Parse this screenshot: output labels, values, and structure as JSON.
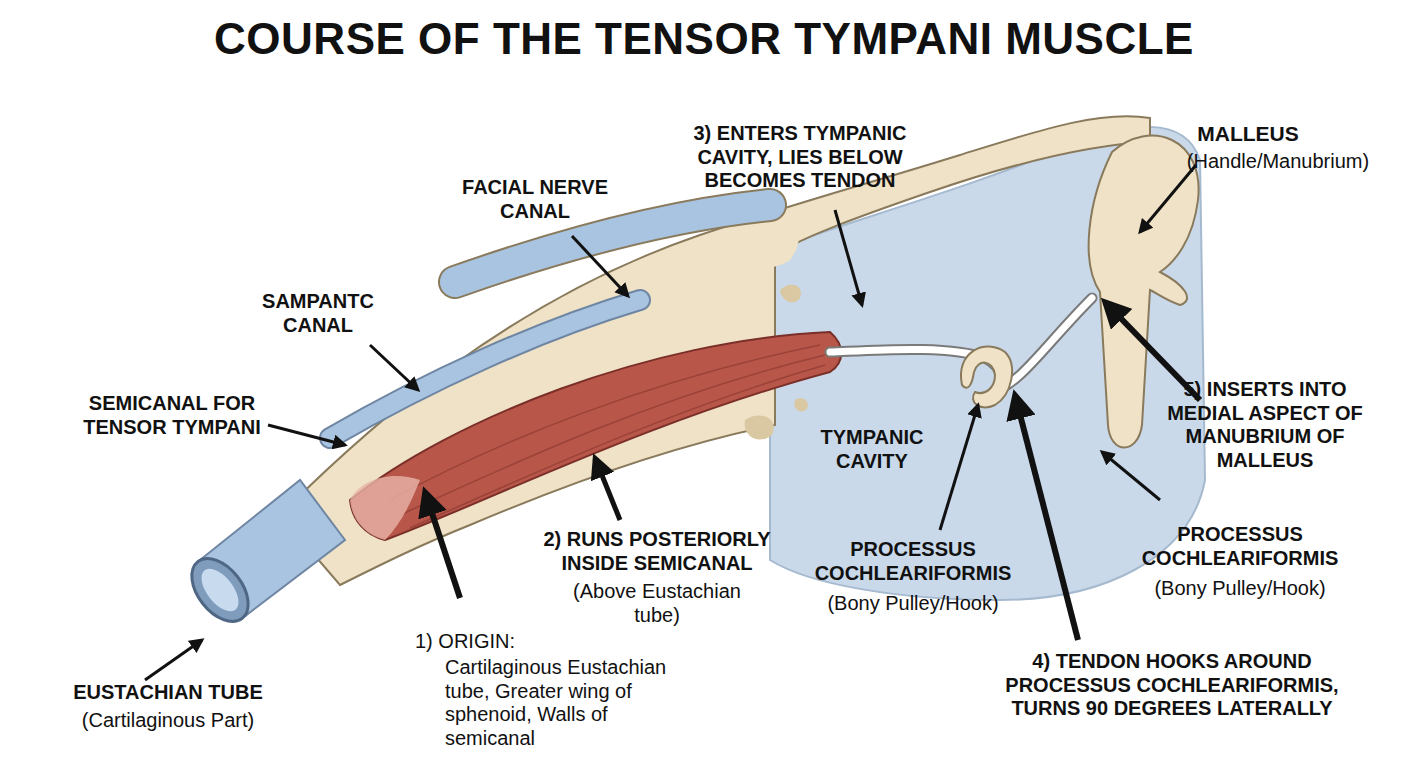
{
  "diagram": {
    "title": "COURSE OF THE TENSOR TYMPANI MUSCLE",
    "labels": [
      "FACIAL NERVE CANAL",
      "3) ENTERS TYMPANIC CAVITY, LIES BELOW BECOMES TENDON",
      "MALLEUS",
      "(Handle/Manubrium)",
      "SAMPANTC CANAL",
      "SEMICANAL FOR TENSOR TYMPANI",
      "TYMPANIC CAVITY",
      "5) INSERTS INTO MEDIAL ASPECT OF MANUBRIUM OF MALLEUS",
      "2) RUNS POSTERIORLY INSIDE SEMICANAL",
      "(Above Eustachian tube)",
      "PROCESSUS COCHLEARIFORMIS",
      "(Bony Pulley/Hook)",
      "PROCESSUS COCHLEARIFORMIS",
      "(Bony Pulley/Hook)",
      "1) ORIGIN:",
      "Cartilaginous Eustachian tube, Greater wing of sphenoid, Walls of semicanal",
      "EUSTACHIAN TUBE",
      "(Cartilaginous Part)",
      "4) TENDON HOOKS AROUND PROCESSUS COCHLEARIFORMIS, TURNS 90 DEGREES LATERALLY"
    ]
  }
}
